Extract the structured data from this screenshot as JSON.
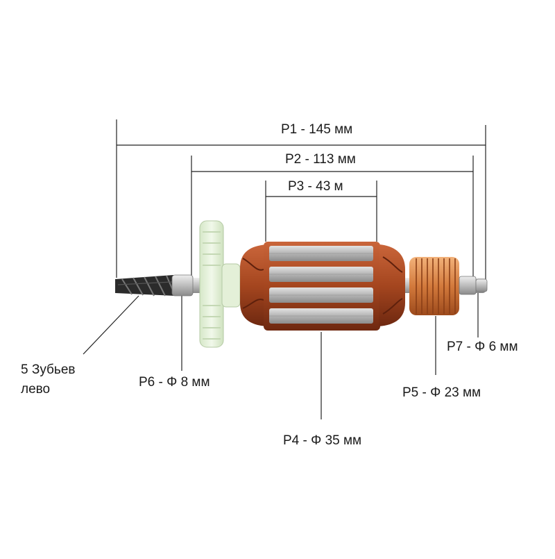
{
  "dimensions": {
    "p1": "P1 - 145 мм",
    "p2": "P2 - 113 мм",
    "p3": "P3 - 43 м",
    "p4": "P4 - Φ 35 мм",
    "p5": "P5 - Φ 23 мм",
    "p6": "P6 - Φ 8 мм",
    "p7": "P7 - Φ 6 мм"
  },
  "gear_note": {
    "line1": "5 Зубьев",
    "line2": "лево"
  },
  "colors": {
    "dimension_line": "#222222",
    "copper": "#a5461f",
    "lamination": "#b9b9b9",
    "gear": "#e6f2dc",
    "shaft": "#c8c8c8",
    "drill": "#2a2a2a"
  }
}
